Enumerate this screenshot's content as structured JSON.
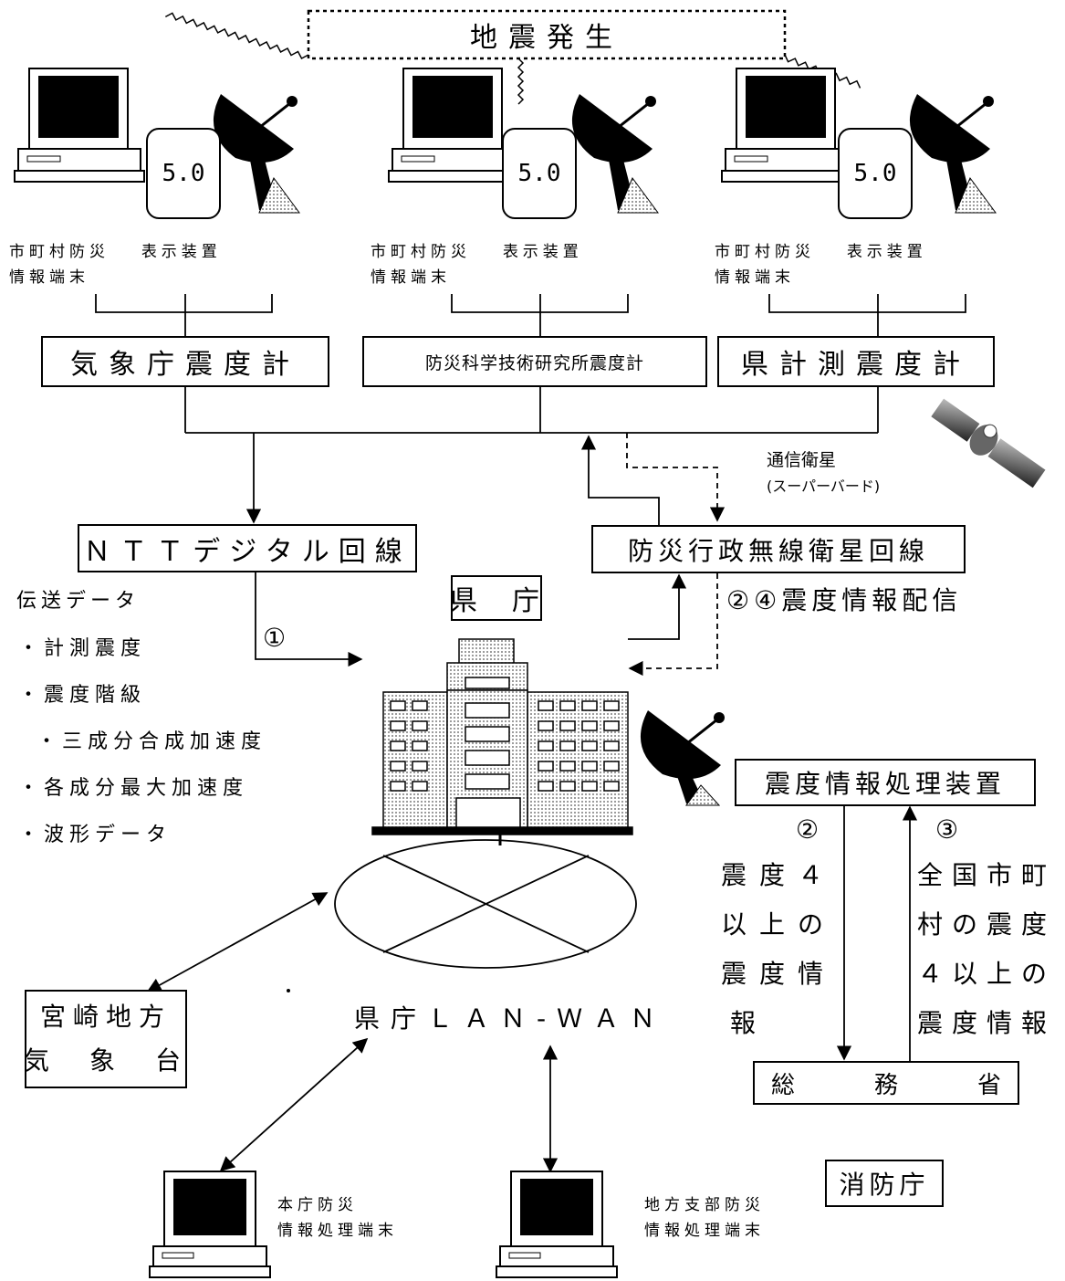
{
  "top_event": "地震発生",
  "terminal_groups": [
    {
      "display_value": "5.0",
      "terminal_label_1": "市町村防災",
      "terminal_label_2": "情報端末",
      "display_label": "表示装置"
    },
    {
      "display_value": "5.0",
      "terminal_label_1": "市町村防災",
      "terminal_label_2": "情報端末",
      "display_label": "表示装置"
    },
    {
      "display_value": "5.0",
      "terminal_label_1": "市町村防災",
      "terminal_label_2": "情報端末",
      "display_label": "表示装置"
    }
  ],
  "seismometers": {
    "jma": "気象庁震度計",
    "nied": "防災科学技術研究所震度計",
    "pref": "県計測震度計"
  },
  "satellite_label_1": "通信衛星",
  "satellite_label_2": "(スーパーバード)",
  "ntt_line": "ＮＴＴデジタル回線",
  "sat_line": "防災行政無線衛星回線",
  "prefecture_office": "県　庁",
  "distribution_label": "②④震度情報配信",
  "marker_1": "①",
  "transmitted_data": {
    "heading": "伝送データ",
    "items": [
      "・計測震度",
      "・震度階級",
      "・三成分合成加速度",
      "・各成分最大加速度",
      "・波形データ"
    ]
  },
  "processor": "震度情報処理装置",
  "marker_2": "②",
  "marker_3": "③",
  "down_info": [
    "震度４",
    "以上の",
    "震度情",
    "報"
  ],
  "up_info": [
    "全国市町",
    "村の震度",
    "４以上の",
    "震度情報"
  ],
  "ministry": {
    "left": "総",
    "mid": "務",
    "right": "省"
  },
  "fdma": "消防庁",
  "lan_wan": "県庁ＬＡＮ-ＷＡＮ",
  "observatory_1": "宮崎地方",
  "observatory_2": "気　象　台",
  "hq_terminal_1": "本庁防災",
  "hq_terminal_2": "情報処理端末",
  "branch_terminal_1": "地方支部防災",
  "branch_terminal_2": "情報処理端末"
}
